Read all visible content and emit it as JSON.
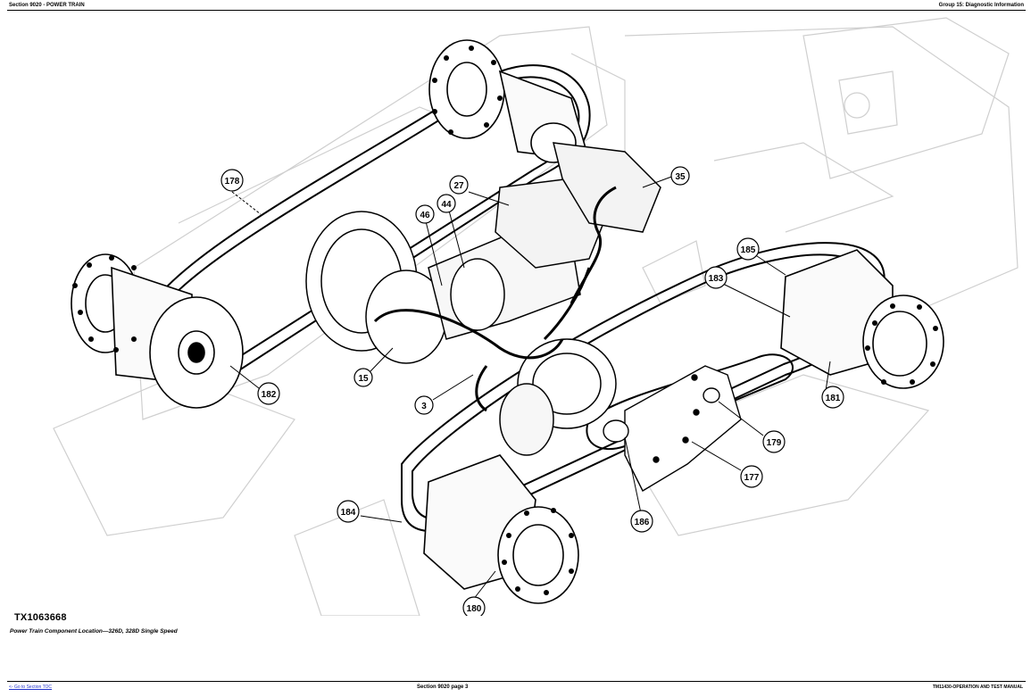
{
  "header": {
    "section": "Section 9020 - POWER TRAIN",
    "group": "Group 15: Diagnostic Information"
  },
  "figure": {
    "id": "TX1063668",
    "caption": "Power Train Component Location—326D, 328D Single Speed",
    "callouts": {
      "c178": "178",
      "c27": "27",
      "c35": "35",
      "c46": "46",
      "c44": "44",
      "c185": "185",
      "c183": "183",
      "c182": "182",
      "c15": "15",
      "c3": "3",
      "c181": "181",
      "c179": "179",
      "c177": "177",
      "c184": "184",
      "c186": "186",
      "c180": "180"
    }
  },
  "footer": {
    "toc_link": "<- Go to Section TOC",
    "page": "Section 9020 page 3",
    "manual": "TM11430-OPERATION AND TEST MANUAL"
  }
}
